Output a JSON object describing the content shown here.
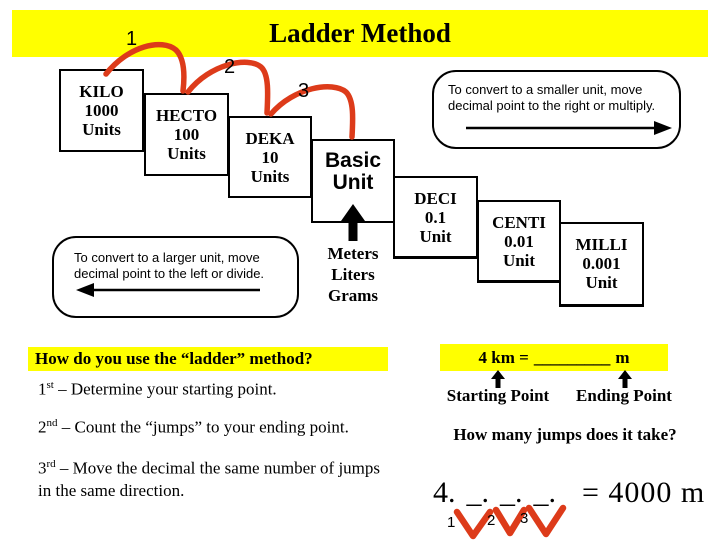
{
  "title": "Ladder Method",
  "ladder": {
    "jump_labels": [
      "1",
      "2",
      "3"
    ],
    "steps": [
      {
        "name": "KILO",
        "value": "1000",
        "unit": "Units"
      },
      {
        "name": "HECTO",
        "value": "100",
        "unit": "Units"
      },
      {
        "name": "DEKA",
        "value": "10",
        "unit": "Units"
      },
      {
        "name": "Basic",
        "unit": "Unit"
      },
      {
        "name": "DECI",
        "value": "0.1",
        "unit": "Unit"
      },
      {
        "name": "CENTI",
        "value": "0.01",
        "unit": "Unit"
      },
      {
        "name": "MILLI",
        "value": "0.001",
        "unit": "Unit"
      }
    ],
    "basic_examples": [
      "Meters",
      "Liters",
      "Grams"
    ]
  },
  "callouts": {
    "smaller": {
      "line1": "To convert to a smaller unit, move",
      "line2": "decimal  point to the right or multiply."
    },
    "larger": {
      "line1": "To convert to a larger unit, move",
      "line2": "decimal  point to the left or divide."
    }
  },
  "how_to": {
    "heading": "How do you use the “ladder” method?",
    "steps": [
      {
        "ordinal": "1",
        "suffix": "st",
        "text": " – Determine your starting point."
      },
      {
        "ordinal": "2",
        "suffix": "nd",
        "text": " – Count the “jumps” to your ending point."
      },
      {
        "ordinal": "3",
        "suffix": "rd",
        "text": " – Move the decimal the same number of jumps in the same direction."
      }
    ]
  },
  "example": {
    "prefix": "4 km =",
    "blank": "_________",
    "suffix": "m",
    "start_label": "Starting Point",
    "end_label": "Ending Point",
    "question": "How many jumps does it take?",
    "worked": {
      "start": "4.",
      "jumps": [
        "_.",
        "_.",
        "_."
      ],
      "result": "= 4000 m",
      "jump_numbers": [
        "1",
        "2",
        "3"
      ]
    }
  },
  "colors": {
    "highlight": "#ffff00",
    "arrow": "#dd3b1a",
    "ink": "#000000"
  }
}
